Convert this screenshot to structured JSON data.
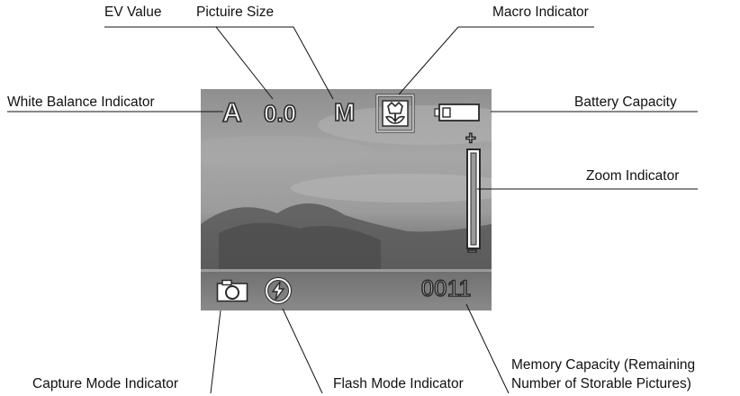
{
  "labels": {
    "ev_value": "EV Value",
    "picture_size": "Pictuire Size",
    "macro_indicator": "Macro Indicator",
    "white_balance_indicator": "White Balance Indicator",
    "battery_capacity": "Battery Capacity",
    "zoom_indicator": "Zoom Indicator",
    "capture_mode_indicator": "Capture Mode Indicator",
    "flash_mode_indicator": "Flash Mode Indicator",
    "memory_capacity_line1": "Memory Capacity (Remaining",
    "memory_capacity_line2": "Number of Storable Pictures)"
  },
  "screen": {
    "white_balance": "A",
    "ev": "0.0",
    "size": "M",
    "zoom_plus": "+",
    "zoom_minus": "−",
    "counter": "0011"
  },
  "icons": {
    "macro": "macro-flower-icon",
    "battery": "battery-icon",
    "capture": "camera-icon",
    "flash": "flash-auto-icon"
  }
}
